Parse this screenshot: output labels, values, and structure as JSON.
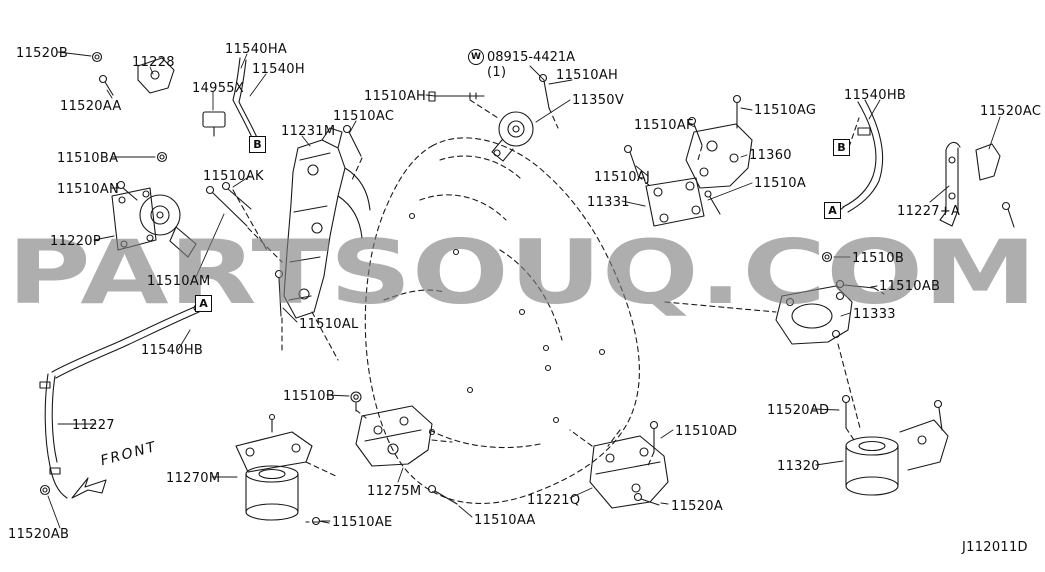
{
  "diagram": {
    "watermark": "PARTSOUQ.COM",
    "front_label": "FRONT",
    "code": "J112011D"
  },
  "callouts": {
    "a": "A",
    "b": "B"
  },
  "hardware_note": {
    "prefix": "W",
    "part": "08915-4421A",
    "qty": "(1)"
  },
  "labels": [
    {
      "text": "11520B"
    },
    {
      "text": "11228"
    },
    {
      "text": "11540HA"
    },
    {
      "text": "11540H"
    },
    {
      "text": "14955X"
    },
    {
      "text": "11520AA"
    },
    {
      "text": "11510BA"
    },
    {
      "text": "11510AN"
    },
    {
      "text": "11220P"
    },
    {
      "text": "11231M"
    },
    {
      "text": "11510AC"
    },
    {
      "text": "11510AK"
    },
    {
      "text": "11510AM"
    },
    {
      "text": "11540HB"
    },
    {
      "text": "11510AL"
    },
    {
      "text": "11227"
    },
    {
      "text": "11270M"
    },
    {
      "text": "11520AB"
    },
    {
      "text": "11510AE"
    },
    {
      "text": "11510B"
    },
    {
      "text": "11275M"
    },
    {
      "text": "11510AA"
    },
    {
      "text": "11221Q"
    },
    {
      "text": "11510AD"
    },
    {
      "text": "11520A"
    },
    {
      "text": "11320"
    },
    {
      "text": "11520AD"
    },
    {
      "text": "11333"
    },
    {
      "text": "11510AB"
    },
    {
      "text": "11510B"
    },
    {
      "text": "11510AH"
    },
    {
      "text": "11510AH"
    },
    {
      "text": "11350V"
    },
    {
      "text": "11510AF"
    },
    {
      "text": "11510AG"
    },
    {
      "text": "11360"
    },
    {
      "text": "11510A"
    },
    {
      "text": "11510AJ"
    },
    {
      "text": "11331"
    },
    {
      "text": "11540HB"
    },
    {
      "text": "11227+A"
    },
    {
      "text": "11520AC"
    }
  ]
}
